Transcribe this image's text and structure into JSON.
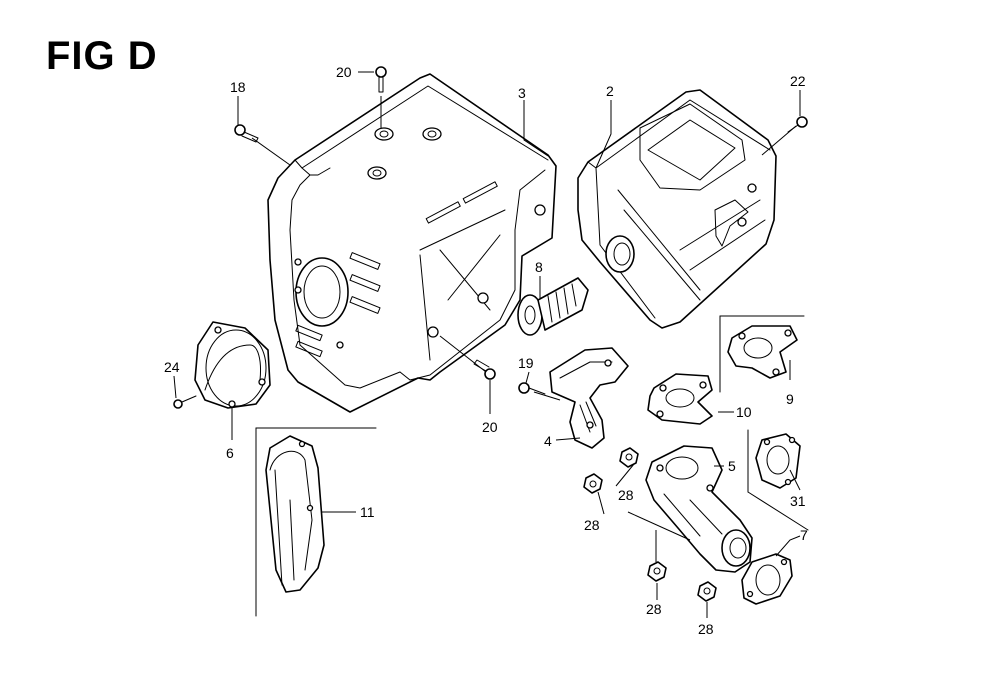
{
  "figure": {
    "title": "FIG D"
  },
  "callouts": [
    {
      "id": "c18",
      "label": "18"
    },
    {
      "id": "c20a",
      "label": "20"
    },
    {
      "id": "c3",
      "label": "3"
    },
    {
      "id": "c2",
      "label": "2"
    },
    {
      "id": "c22",
      "label": "22"
    },
    {
      "id": "c8",
      "label": "8"
    },
    {
      "id": "c24",
      "label": "24"
    },
    {
      "id": "c6",
      "label": "6"
    },
    {
      "id": "c20b",
      "label": "20"
    },
    {
      "id": "c19",
      "label": "19"
    },
    {
      "id": "c4",
      "label": "4"
    },
    {
      "id": "c9",
      "label": "9"
    },
    {
      "id": "c10",
      "label": "10"
    },
    {
      "id": "c11",
      "label": "11"
    },
    {
      "id": "c5",
      "label": "5"
    },
    {
      "id": "c28a",
      "label": "28"
    },
    {
      "id": "c28b",
      "label": "28"
    },
    {
      "id": "c31",
      "label": "31"
    },
    {
      "id": "c7",
      "label": "7"
    },
    {
      "id": "c28c",
      "label": "28"
    },
    {
      "id": "c28d",
      "label": "28"
    }
  ]
}
